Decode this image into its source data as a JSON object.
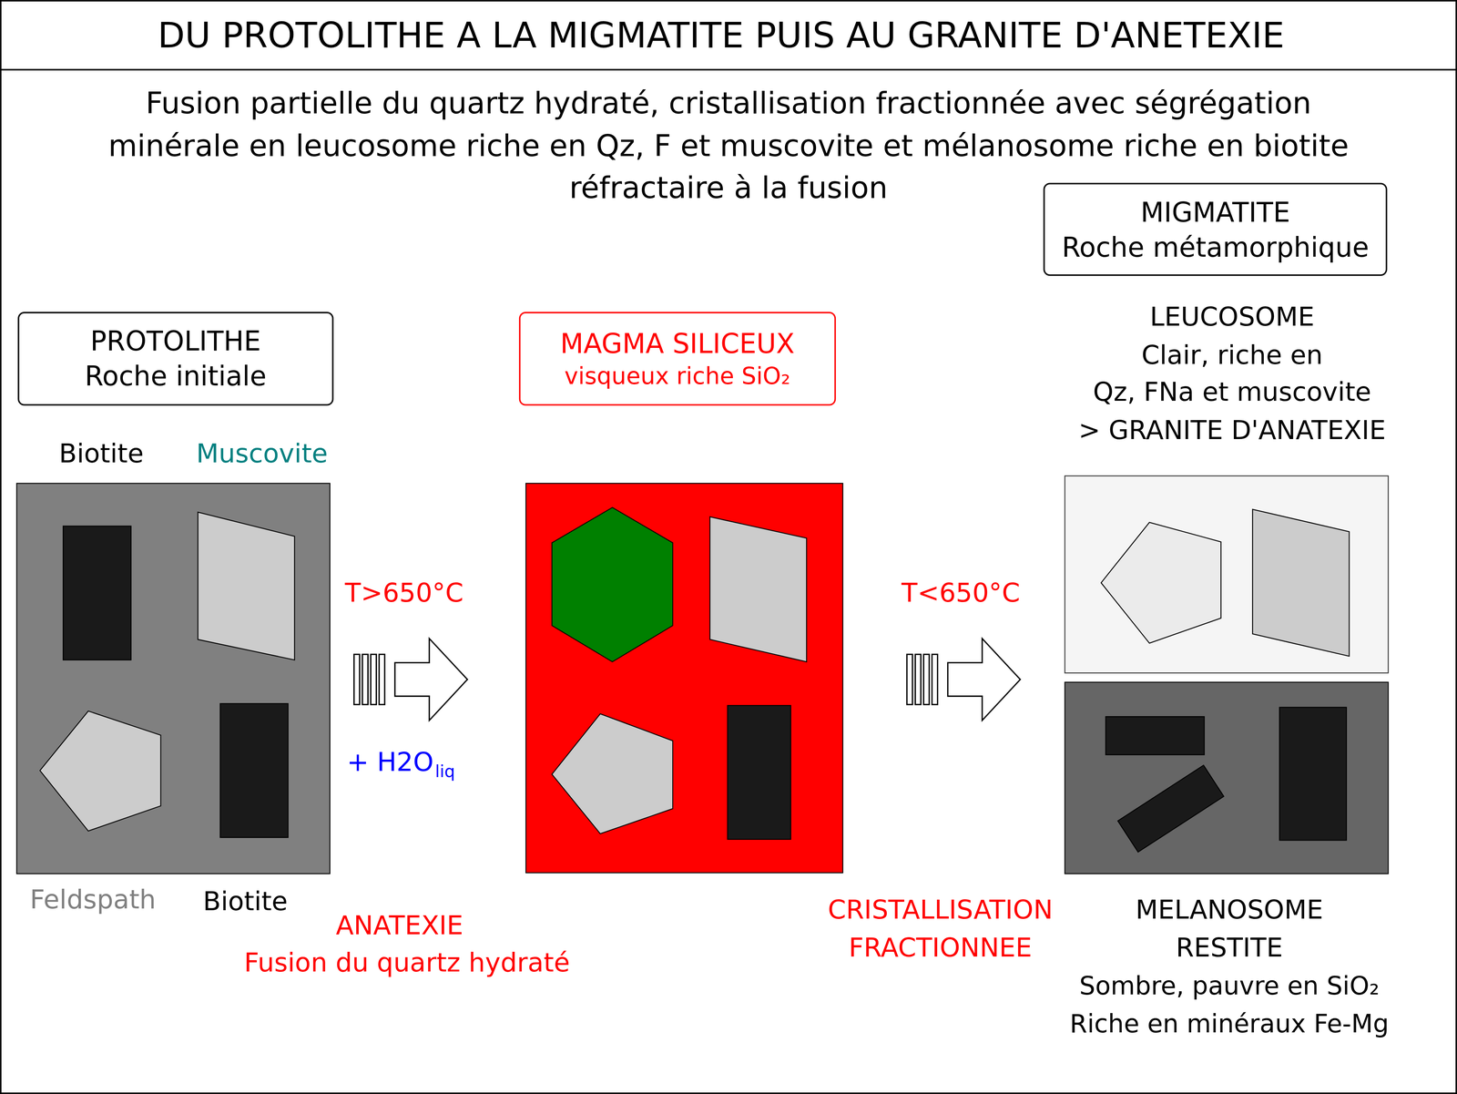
{
  "diagram": {
    "title": "DU PROTOLITHE A LA MIGMATITE PUIS AU GRANITE D'ANETEXIE",
    "nodes": [
      {
        "text": [
          "PROTOLITHE",
          "Roche initiale"
        ]
      },
      {
        "text": [
          "MAGMA SILICEUX",
          "visqueux riche SiO₂"
        ]
      },
      {
        "text": [
          "MIGMATITE",
          "Roche métamorphique"
        ]
      }
    ],
    "labels": [
      "Fusion partielle du quartz hydraté, cristallisation fractionnée avec ségrégation",
      "minérale en leucosome riche en Qz, F et muscovite et mélanosome riche en biotite",
      "réfractaire à la fusion",
      "Biotite",
      "Muscovite",
      "Feldspath",
      "Biotite",
      "T>650°C",
      "+ H2O",
      "liq",
      "ANATEXIE",
      "Fusion du quartz hydraté",
      "T<650°C",
      "CRISTALLISATION",
      "FRACTIONNEE",
      "LEUCOSOME",
      "Clair, riche en",
      "Qz, FNa et muscovite",
      "> GRANITE D'ANATEXIE",
      "MELANOSOME",
      "RESTITE",
      "Sombre, pauvre en SiO₂",
      "Riche en minéraux Fe-Mg"
    ]
  }
}
